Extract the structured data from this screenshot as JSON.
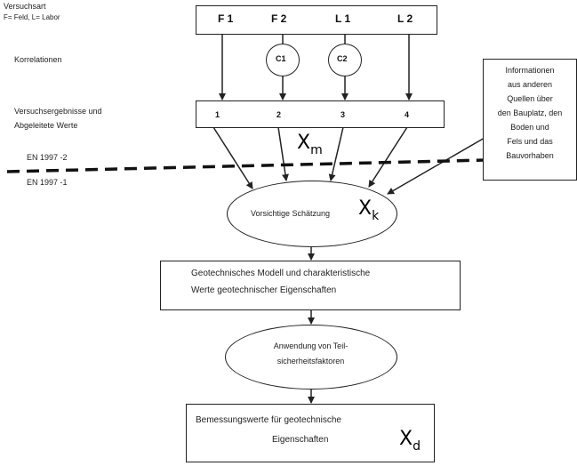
{
  "legend": {
    "versuchsart": "Versuchsart",
    "versuchsart_key": "F= Feld, L= Labor",
    "korrelationen": "Korrelationen",
    "ergebnisse_line1": "Versuchsergebnisse und",
    "ergebnisse_line2": "Abgeleitete Werte",
    "en_upper": "EN 1997   -2",
    "en_lower": "EN 1997   -1"
  },
  "sources": [
    "F 1",
    "F 2",
    "L 1",
    "L 2"
  ],
  "correlations": [
    "C1",
    "C2"
  ],
  "results": [
    "1",
    "2",
    "3",
    "4"
  ],
  "symbols": {
    "xm": "X",
    "xm_sub": "m",
    "xk": "X",
    "xk_sub": "k",
    "xd": "X",
    "xd_sub": "d"
  },
  "info_box": {
    "lines": [
      "Informationen",
      "aus anderen",
      "Quellen über",
      "den Bauplatz, den",
      "Boden und",
      "Fels und das",
      "Bauvorhaben"
    ]
  },
  "estimate": "Vorsichtige Schätzung",
  "model": {
    "line1": "Geotechnisches Modell und charakteristische",
    "line2": "Werte    geotechnischer Eigenschaften"
  },
  "factors": {
    "line1": "Anwendung von Teil-",
    "line2": "sicherheitsfaktoren"
  },
  "design": {
    "line1": "Bemessungswerte für geotechnische",
    "line2": "Eigenschaften"
  }
}
